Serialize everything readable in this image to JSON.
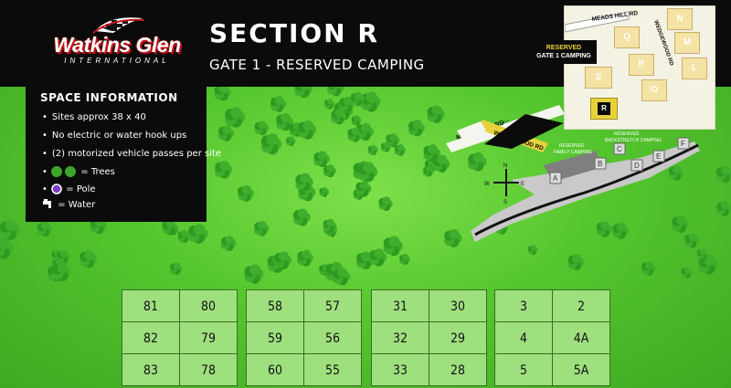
{
  "logo": {
    "name": "Watkins Glen",
    "sub": "INTERNATIONAL"
  },
  "title": "SECTION R",
  "subtitle": "GATE 1 - RESERVED CAMPING",
  "info": {
    "title": "SPACE INFORMATION",
    "items": [
      "Sites approx 38 x 40",
      "No electric or water hook ups",
      "(2) motorized vehicle passes per site"
    ],
    "legend_trees": "= Trees",
    "legend_pole": "= Pole",
    "legend_water": "= Water"
  },
  "inset": {
    "road_meads": "MEADS HILL RD",
    "road_wedge": "WEDGEWOOD RD",
    "lots": [
      "N",
      "M",
      "L",
      "Q",
      "P",
      "O",
      "S",
      "R"
    ],
    "callout": [
      "RESERVED",
      "GATE 1 CAMPING"
    ]
  },
  "map": {
    "road_meads": "MEADS HILL RD",
    "road_wedge": "WEDGEWOOD RD",
    "reserved_family": "RESERVED\nFAMILY CAMPING",
    "reserved_backstretch": "RESERVED\nBACKSTRETCH CAMPING",
    "zones": [
      "A",
      "B",
      "C",
      "D",
      "E",
      "F"
    ],
    "compass": [
      "N",
      "S",
      "E",
      "W"
    ]
  },
  "sites": {
    "group1": [
      [
        "81",
        "80"
      ],
      [
        "82",
        "79"
      ],
      [
        "83",
        "78"
      ]
    ],
    "group2": [
      [
        "58",
        "57"
      ],
      [
        "59",
        "56"
      ],
      [
        "60",
        "55"
      ]
    ],
    "group3": [
      [
        "31",
        "30"
      ],
      [
        "32",
        "29"
      ],
      [
        "33",
        "28"
      ]
    ],
    "group4": [
      [
        "3",
        "2"
      ],
      [
        "4",
        "4A"
      ],
      [
        "5",
        "5A"
      ]
    ]
  },
  "colors": {
    "grass": "#55c62e",
    "site_fill": "#9fe07e",
    "reserved_yellow": "#e8d23c",
    "header": "#0b0b0b",
    "brand_red": "#c0141b"
  }
}
